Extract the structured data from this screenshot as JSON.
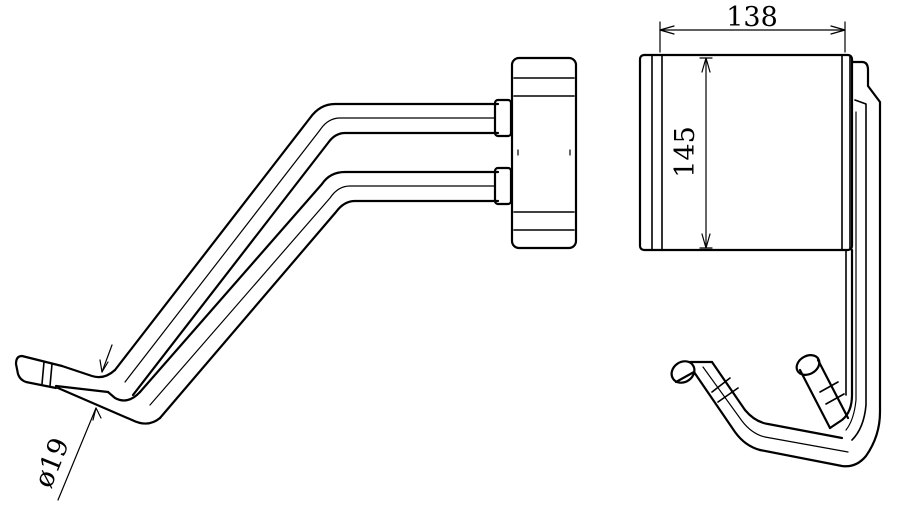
{
  "dimensions": {
    "width_label": "138",
    "height_label": "145",
    "pipe_diameter_label": "ø19"
  },
  "colors": {
    "stroke": "#000000",
    "background": "#ffffff"
  }
}
